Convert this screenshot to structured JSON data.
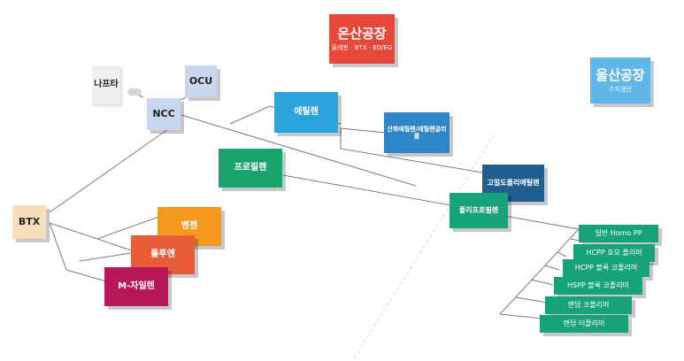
{
  "onsan": {
    "name": "온산공장",
    "products": "올레핀 · BTX · EO/EG",
    "color": "#e8483a"
  },
  "ulsan": {
    "name": "울산공장",
    "products": "수지생산",
    "color": "#5fb6e8"
  },
  "nodes": {
    "naphtha": {
      "label": "나프타",
      "color": "#f0f0f0"
    },
    "ocu": {
      "label": "OCU",
      "color": "#c9d7ee"
    },
    "ncc": {
      "label": "NCC",
      "color": "#c9d7ee"
    },
    "btx": {
      "label": "BTX",
      "color": "#f6dfb9"
    },
    "ethylene": {
      "label": "에틸렌",
      "color": "#2ba3dd"
    },
    "eo_eg": {
      "label": "산화에틸렌/에틸렌글리콜",
      "color": "#2e86c9"
    },
    "propylene": {
      "label": "프로필렌",
      "color": "#19a36d"
    },
    "hdpe": {
      "label": "고밀도폴리에틸렌",
      "color": "#1f5f8f"
    },
    "pp": {
      "label": "폴리프로필렌",
      "color": "#17a37a"
    },
    "benzene": {
      "label": "벤젠",
      "color": "#f39a1e"
    },
    "toluene": {
      "label": "톨루엔",
      "color": "#e85c38"
    },
    "mxylene": {
      "label": "M-자일렌",
      "color": "#b8175a"
    }
  },
  "pp_grades": [
    {
      "label": "일반 Homo PP"
    },
    {
      "label": "HCPP 호모 폴리머"
    },
    {
      "label": "HCPP 블록 코폴리머"
    },
    {
      "label": "HSPP 블록 코폴리머"
    },
    {
      "label": "랜덤 코폴리머"
    },
    {
      "label": "랜덤 터폴리머"
    }
  ],
  "grade_color": "#17a37a"
}
